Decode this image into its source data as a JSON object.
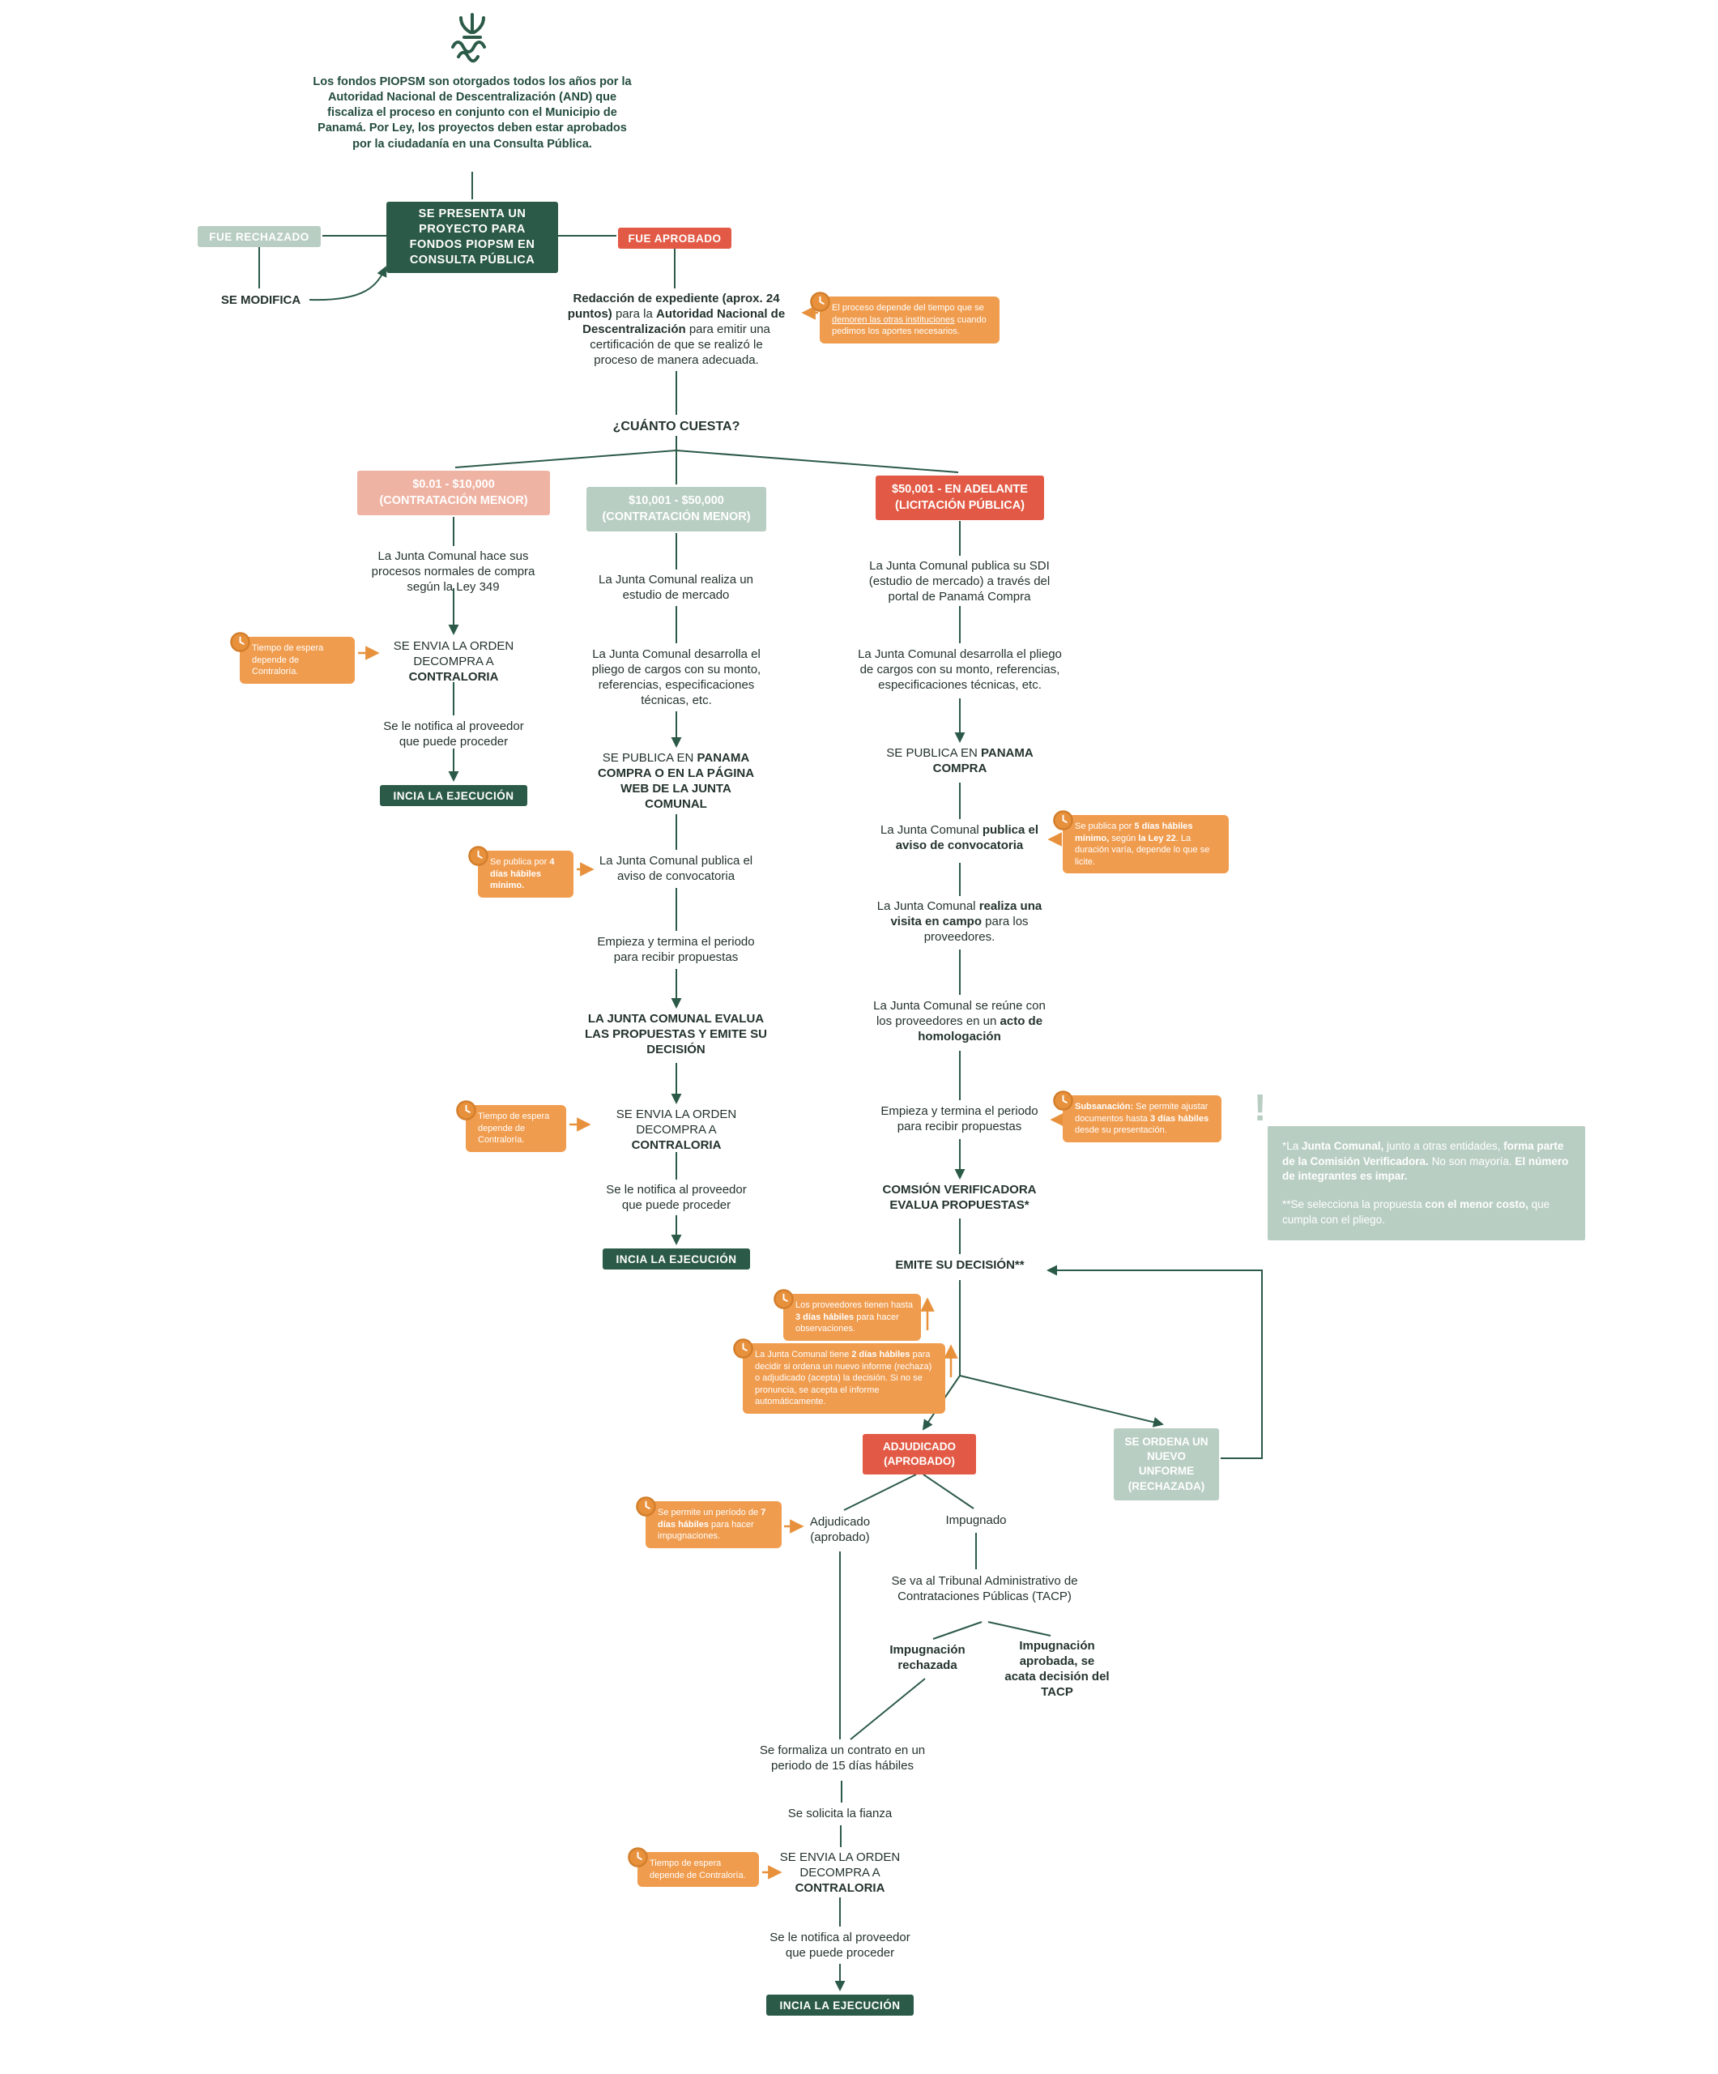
{
  "colors": {
    "dark_green": "#2C5A48",
    "sage": "#B9CEC3",
    "red": "#E25A45",
    "salmon": "#EFB3A3",
    "orange_note": "#F09C4E",
    "body_text": "#24332D"
  },
  "intro": {
    "text": "Los fondos PIOPSM son otorgados todos los años por la Autoridad Nacional de Descentralización (AND) que fiscaliza el proceso en conjunto con el Municipio de Panamá. Por Ley, los proyectos deben estar aprobados por la ciudadanía en una Consulta Pública."
  },
  "consulta": {
    "start": "SE PRESENTA UN PROYECTO PARA FONDOS PIOPSM EN CONSULTA PÚBLICA",
    "rechazado": "FUE RECHAZADO",
    "modifica": "SE MODIFICA",
    "aprobado": "FUE APROBADO"
  },
  "expediente": {
    "parts": [
      {
        "t": "Redacción de expediente (aprox. 24 puntos) ",
        "b": true
      },
      {
        "t": "para la "
      },
      {
        "t": "Autoridad Nacional de Descentralización",
        "b": true
      },
      {
        "t": " para emitir una certificación de que se realizó le proceso de manera adecuada."
      }
    ]
  },
  "question": "¿CUÁNTO CUESTA?",
  "branches": {
    "menor1": {
      "line1": "$0.01 - $10,000",
      "line2": "(CONTRATACIÓN MENOR)"
    },
    "menor2": {
      "line1": "$10,001 - $50,000",
      "line2": "(CONTRATACIÓN MENOR)"
    },
    "licitacion": {
      "line1": "$50,001 - EN ADELANTE",
      "line2": "(LICITACIÓN PÚBLICA)"
    }
  },
  "shared": {
    "orden_contraloria": [
      {
        "t": "SE ENVIA LA ORDEN DECOMPRA A "
      },
      {
        "t": "CONTRALORIA",
        "b": true
      }
    ],
    "notifica_proveedor": "Se le notifica al proveedor que puede proceder",
    "inicia_ejecucion": "INCIA LA EJECUCIÓN"
  },
  "col1": {
    "paso1": "La Junta Comunal hace sus procesos normales de compra según la Ley 349"
  },
  "col2": {
    "estudio": "La Junta Comunal realiza un estudio de mercado",
    "pliego": "La Junta Comunal desarrolla el pliego de cargos con su monto, referencias, especificaciones técnicas,  etc.",
    "publica": [
      {
        "t": "SE PUBLICA EN "
      },
      {
        "t": "PANAMA COMPRA O EN LA PÁGINA WEB DE LA JUNTA COMUNAL",
        "b": true
      }
    ],
    "aviso": "La Junta Comunal publica el aviso de convocatoria",
    "periodo": "Empieza y termina el periodo para recibir propuestas",
    "evalua": "LA JUNTA COMUNAL EVALUA LAS PROPUESTAS Y EMITE SU DECISIÓN"
  },
  "col3": {
    "sdi": "La Junta Comunal publica su SDI (estudio de mercado) a través del portal de Panamá Compra",
    "pliego": "La Junta Comunal desarrolla el pliego de cargos con su monto, referencias, especificaciones técnicas,  etc.",
    "publica": [
      {
        "t": "SE PUBLICA EN "
      },
      {
        "t": "PANAMA COMPRA",
        "b": true
      }
    ],
    "aviso": [
      {
        "t": "La Junta Comunal "
      },
      {
        "t": "publica el aviso de convocatoria",
        "b": true
      }
    ],
    "visita": [
      {
        "t": "La Junta Comunal "
      },
      {
        "t": "realiza una visita en campo",
        "b": true
      },
      {
        "t": " para los proveedores."
      }
    ],
    "homologacion": [
      {
        "t": "La Junta Comunal se reúne con los proveedores en un "
      },
      {
        "t": "acto de homologación",
        "b": true
      }
    ],
    "periodo": "Empieza y termina el periodo para recibir propuestas",
    "comision": "COMSIÓN VERIFICADORA EVALUA PROPUESTAS*",
    "decision": "EMITE SU DECISIÓN**",
    "adjudicado_box": {
      "line1": "ADJUDICADO",
      "line2": "(APROBADO)"
    },
    "nuevo_informe_box": "SE ORDENA UN NUEVO UNFORME (RECHAZADA)",
    "adjudicado": "Adjudicado (aprobado)",
    "impugnado": "Impugnado",
    "tacp": "Se va al Tribunal Administrativo de Contrataciones Públicas (TACP)",
    "imp_rechazada": "Impugnación rechazada",
    "imp_aprobada": "Impugnación aprobada, se acata decisión del TACP",
    "contrato": "Se formaliza un contrato en un periodo de 15 días hábiles",
    "fianza": "Se solicita la fianza"
  },
  "notes": {
    "proceso": [
      {
        "t": "El proceso depende del tiempo que se "
      },
      {
        "t": "demoren las otras instituciones",
        "u": true
      },
      {
        "t": " cuando pedimos los aportes necesarios."
      }
    ],
    "espera": "Tiempo de espera depende de Contraloría.",
    "publica4": [
      {
        "t": "Se publica por "
      },
      {
        "t": "4 días hábiles mínimo.",
        "b": true
      }
    ],
    "publica5": [
      {
        "t": "Se publica por "
      },
      {
        "t": "5 días hábiles mínimo,",
        "b": true
      },
      {
        "t": " según "
      },
      {
        "t": "la Ley 22",
        "b": true
      },
      {
        "t": ". La duración varía, depende lo que se licite."
      }
    ],
    "subsanacion": [
      {
        "t": "Subsanación:",
        "b": true
      },
      {
        "t": " Se permite ajustar documentos hasta "
      },
      {
        "t": "3 días hábiles",
        "b": true
      },
      {
        "t": " desde su presentación."
      }
    ],
    "observaciones": [
      {
        "t": "Los proveedores tienen hasta "
      },
      {
        "t": "3 días hábiles",
        "b": true
      },
      {
        "t": " para hacer observaciones."
      }
    ],
    "decision2dias": [
      {
        "t": "La Junta Comunal tiene "
      },
      {
        "t": "2 días hábiles",
        "b": true
      },
      {
        "t": " para decidir si ordena un nuevo informe (rechaza) o adjudicado (acepta) la decisión. Si no se pronuncia, se acepta el informe automáticamente."
      }
    ],
    "impugnaciones": [
      {
        "t": "Se permite un período de "
      },
      {
        "t": "7 días hábiles",
        "b": true
      },
      {
        "t": " para hacer impugnaciones."
      }
    ]
  },
  "sidenote": {
    "exclamation": "!",
    "p1": [
      {
        "t": "*La "
      },
      {
        "t": "Junta Comunal,",
        "b": true
      },
      {
        "t": " junto a otras entidades, "
      },
      {
        "t": "forma parte de la Comisión Verificadora.",
        "b": true
      },
      {
        "t": " No son mayoría. "
      },
      {
        "t": "El número de integrantes es impar.",
        "b": true
      }
    ],
    "p2": [
      {
        "t": "**Se selecciona la propuesta "
      },
      {
        "t": "con el menor costo,",
        "b": true
      },
      {
        "t": " que cumpla con el pliego."
      }
    ]
  }
}
